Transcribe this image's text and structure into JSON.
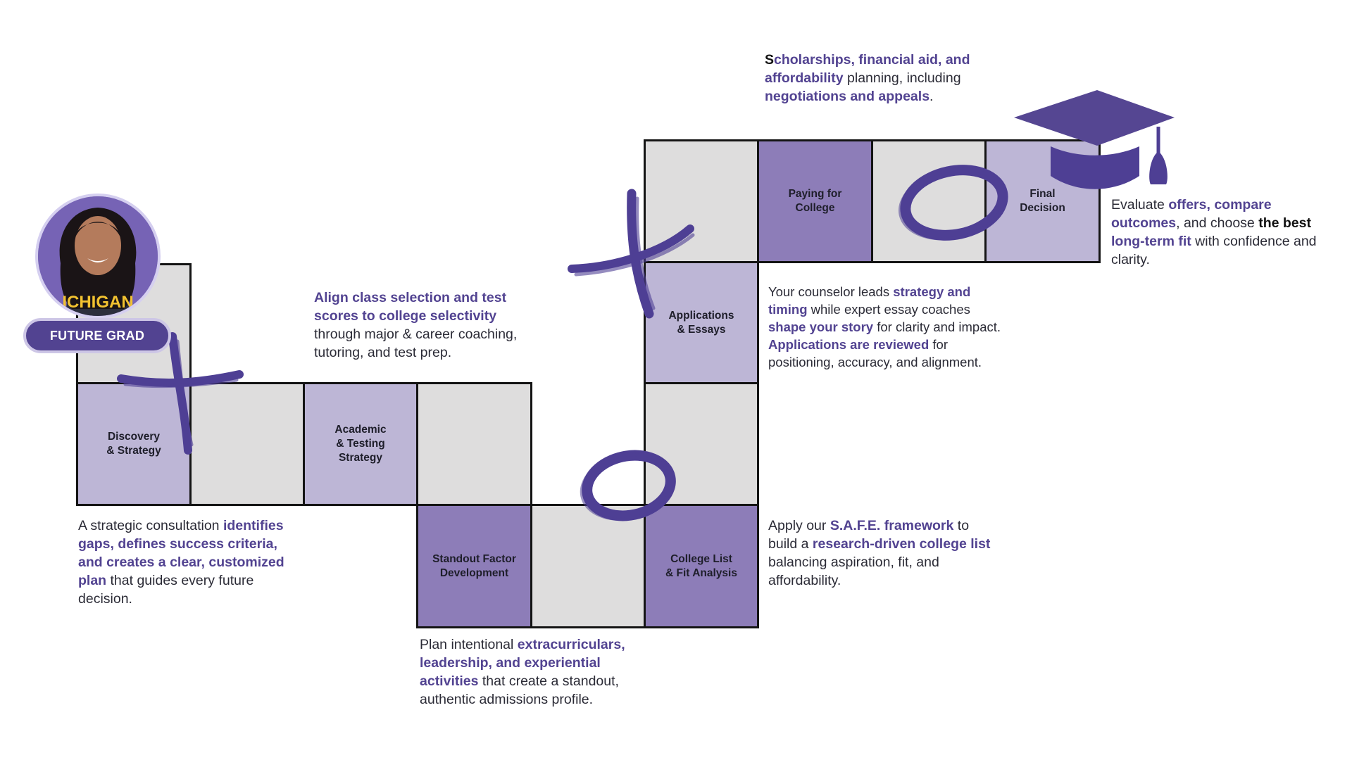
{
  "badge": {
    "label": "FUTURE GRAD"
  },
  "avatar": {
    "shirt_text": "ICHIGAN"
  },
  "colors": {
    "accent": "#524391",
    "tile_grey": "#dedddd",
    "tile_light": "#bdb6d6",
    "tile_dark": "#8d7db8",
    "border": "#141414"
  },
  "tiles": {
    "discovery": "Discovery\n& Strategy",
    "academic": "Academic\n& Testing\nStrategy",
    "standout": "Standout Factor\nDevelopment",
    "college_list": "College List\n& Fit Analysis",
    "applications": "Applications\n& Essays",
    "paying": "Paying for\nCollege",
    "final": "Final\nDecision"
  },
  "descriptions": {
    "discovery": {
      "t1": "A strategic consultation ",
      "b1": "identifies gaps, defines success criteria, and creates a clear, customized plan",
      "t2": " that guides every future decision."
    },
    "academic": {
      "b1": "Align class selection and test scores to college selectivity",
      "t1": " through major & career coaching, tutoring, and test prep."
    },
    "standout": {
      "t1": "Plan intentional ",
      "b1": "extracurriculars, leadership, and experiential activities",
      "t2": " that create a standout, authentic admissions profile."
    },
    "college_list": {
      "t1": "Apply our ",
      "b1": "S.A.F.E. framework",
      "t2": " to build a ",
      "b2": "research-driven college list",
      "t3": " balancing aspiration, fit, and affordability."
    },
    "applications": {
      "t1": "Your counselor leads ",
      "b1": "strategy and timing",
      "t2": " while expert essay coaches ",
      "b2": "shape your story",
      "t3": " for clarity and impact. ",
      "b3": "Applications are reviewed",
      "t4": " for positioning, accuracy, and alignment."
    },
    "paying": {
      "k1": "S",
      "b1": "cholarships, financial aid, and affordability",
      "t1": " planning, including ",
      "b2": "negotiations and appeals",
      "t2": "."
    },
    "final": {
      "t1": "Evaluate ",
      "b1": "offers, compare outcomes",
      "t2": ", and choose ",
      "k1": "the best",
      "t3": " ",
      "b2": "long-term fit",
      "t4": " with confidence and clarity."
    }
  }
}
